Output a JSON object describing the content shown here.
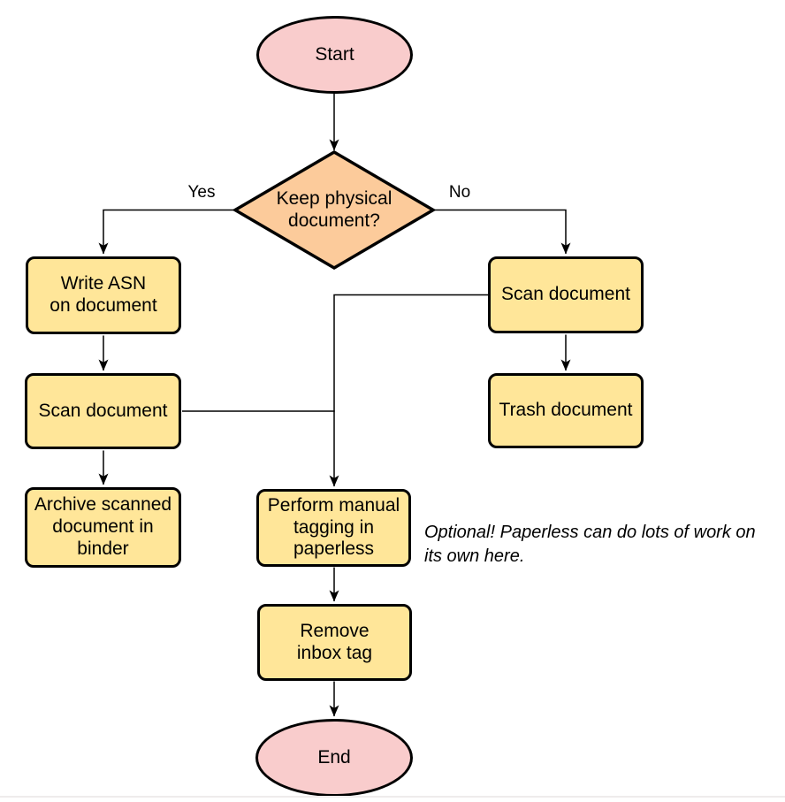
{
  "diagram": {
    "nodes": {
      "start": {
        "label": "Start",
        "type": "terminator"
      },
      "decision": {
        "label": "Keep physical\ndocument?",
        "type": "decision"
      },
      "write_asn": {
        "label": "Write ASN\non document",
        "type": "process"
      },
      "scan_left": {
        "label": "Scan document",
        "type": "process"
      },
      "archive": {
        "label": "Archive scanned\ndocument in\nbinder",
        "type": "process"
      },
      "scan_right": {
        "label": "Scan document",
        "type": "process"
      },
      "trash": {
        "label": "Trash document",
        "type": "process"
      },
      "tagging": {
        "label": "Perform manual\ntagging in\npaperless",
        "type": "process"
      },
      "remove_inbox": {
        "label": "Remove\ninbox tag",
        "type": "process"
      },
      "end": {
        "label": "End",
        "type": "terminator"
      }
    },
    "edge_labels": {
      "yes": "Yes",
      "no": "No"
    },
    "annotation": "Optional! Paperless can do lots of work on\nits own here.",
    "colors": {
      "terminator_fill": "#F9CCCC",
      "decision_fill": "#FCCB9B",
      "process_fill": "#FFE699",
      "stroke": "#000000",
      "background": "#FFFFFF"
    }
  }
}
